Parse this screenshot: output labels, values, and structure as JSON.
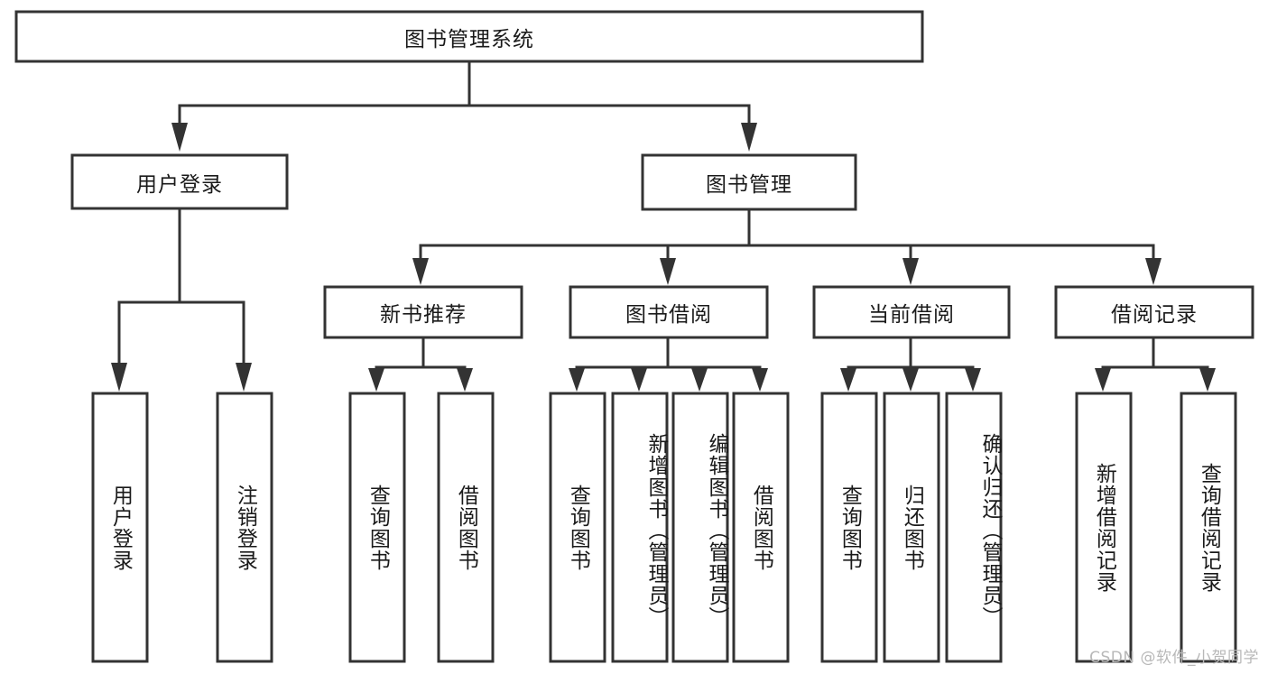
{
  "diagram": {
    "type": "tree",
    "title": "图书管理系统",
    "background_color": "#ffffff",
    "stroke_color": "#333333",
    "text_color": "#1a1a1a",
    "root": {
      "id": "root",
      "label": "图书管理系统",
      "orientation": "horizontal"
    },
    "level1": [
      {
        "id": "user-login",
        "label": "用户登录",
        "orientation": "horizontal"
      },
      {
        "id": "book-management",
        "label": "图书管理",
        "orientation": "horizontal"
      }
    ],
    "level2": [
      {
        "id": "new-book-recommend",
        "label": "新书推荐",
        "parent": "book-management",
        "orientation": "horizontal"
      },
      {
        "id": "book-borrow",
        "label": "图书借阅",
        "parent": "book-management",
        "orientation": "horizontal"
      },
      {
        "id": "current-borrow",
        "label": "当前借阅",
        "parent": "book-management",
        "orientation": "horizontal"
      },
      {
        "id": "borrow-record",
        "label": "借阅记录",
        "parent": "book-management",
        "orientation": "horizontal"
      }
    ],
    "leaves": [
      {
        "id": "leaf-user-login",
        "label": "用户登录",
        "parent": "user-login",
        "orientation": "vertical"
      },
      {
        "id": "leaf-logout",
        "label": "注销登录",
        "parent": "user-login",
        "orientation": "vertical"
      },
      {
        "id": "leaf-query-book-1",
        "label": "查询图书",
        "parent": "new-book-recommend",
        "orientation": "vertical"
      },
      {
        "id": "leaf-borrow-book-1",
        "label": "借阅图书",
        "parent": "new-book-recommend",
        "orientation": "vertical"
      },
      {
        "id": "leaf-query-book-2",
        "label": "查询图书",
        "parent": "book-borrow",
        "orientation": "vertical"
      },
      {
        "id": "leaf-add-book",
        "label": "新增图书（管理员）",
        "parent": "book-borrow",
        "orientation": "vertical"
      },
      {
        "id": "leaf-edit-book",
        "label": "编辑图书（管理员）",
        "parent": "book-borrow",
        "orientation": "vertical"
      },
      {
        "id": "leaf-borrow-book-2",
        "label": "借阅图书",
        "parent": "book-borrow",
        "orientation": "vertical"
      },
      {
        "id": "leaf-query-book-3",
        "label": "查询图书",
        "parent": "current-borrow",
        "orientation": "vertical"
      },
      {
        "id": "leaf-return-book",
        "label": "归还图书",
        "parent": "current-borrow",
        "orientation": "vertical"
      },
      {
        "id": "leaf-confirm-return",
        "label": "确认归还（管理员）",
        "parent": "current-borrow",
        "orientation": "vertical"
      },
      {
        "id": "leaf-add-record",
        "label": "新增借阅记录",
        "parent": "borrow-record",
        "orientation": "vertical"
      },
      {
        "id": "leaf-query-record",
        "label": "查询借阅记录",
        "parent": "borrow-record",
        "orientation": "vertical"
      }
    ]
  },
  "watermark": {
    "text": "CSDN @软件_小贺同学"
  }
}
